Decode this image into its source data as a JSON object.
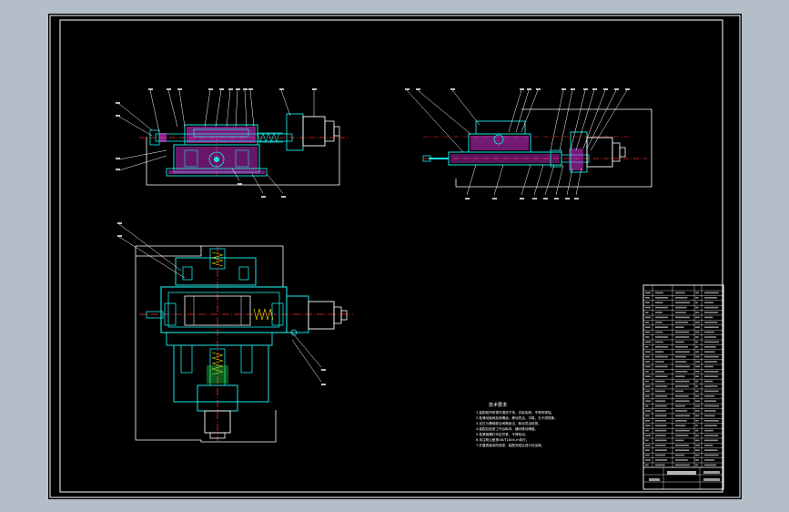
{
  "viewer": {
    "background_color": "#b4bec8",
    "sheet_color": "#000000"
  },
  "colors": {
    "cyan": "#19e6e6",
    "magenta": "#e633e6",
    "white": "#ffffff",
    "red": "#ff2a2a",
    "yellow": "#ffe600",
    "green": "#2bff4a"
  },
  "technical_requirements": {
    "heading": "技术要求",
    "lines": [
      "1.装配前所有零件清洗干净，去除毛刺，不得有锈蚀。",
      "2.各滑动面间加润滑油，移动灵活、平稳，无卡滞现象。",
      "3.丝杠与螺母配合间隙适当，转动灵活轻快。",
      "4.装配后检查工作台纵向、横向移动精度。",
      "5.各紧固螺钉均应拧紧，不得松动。",
      "6.未注明公差按GB/T1804-m执行。",
      "7.外露表面涂防锈漆，装配完成后进行试运转。"
    ]
  }
}
